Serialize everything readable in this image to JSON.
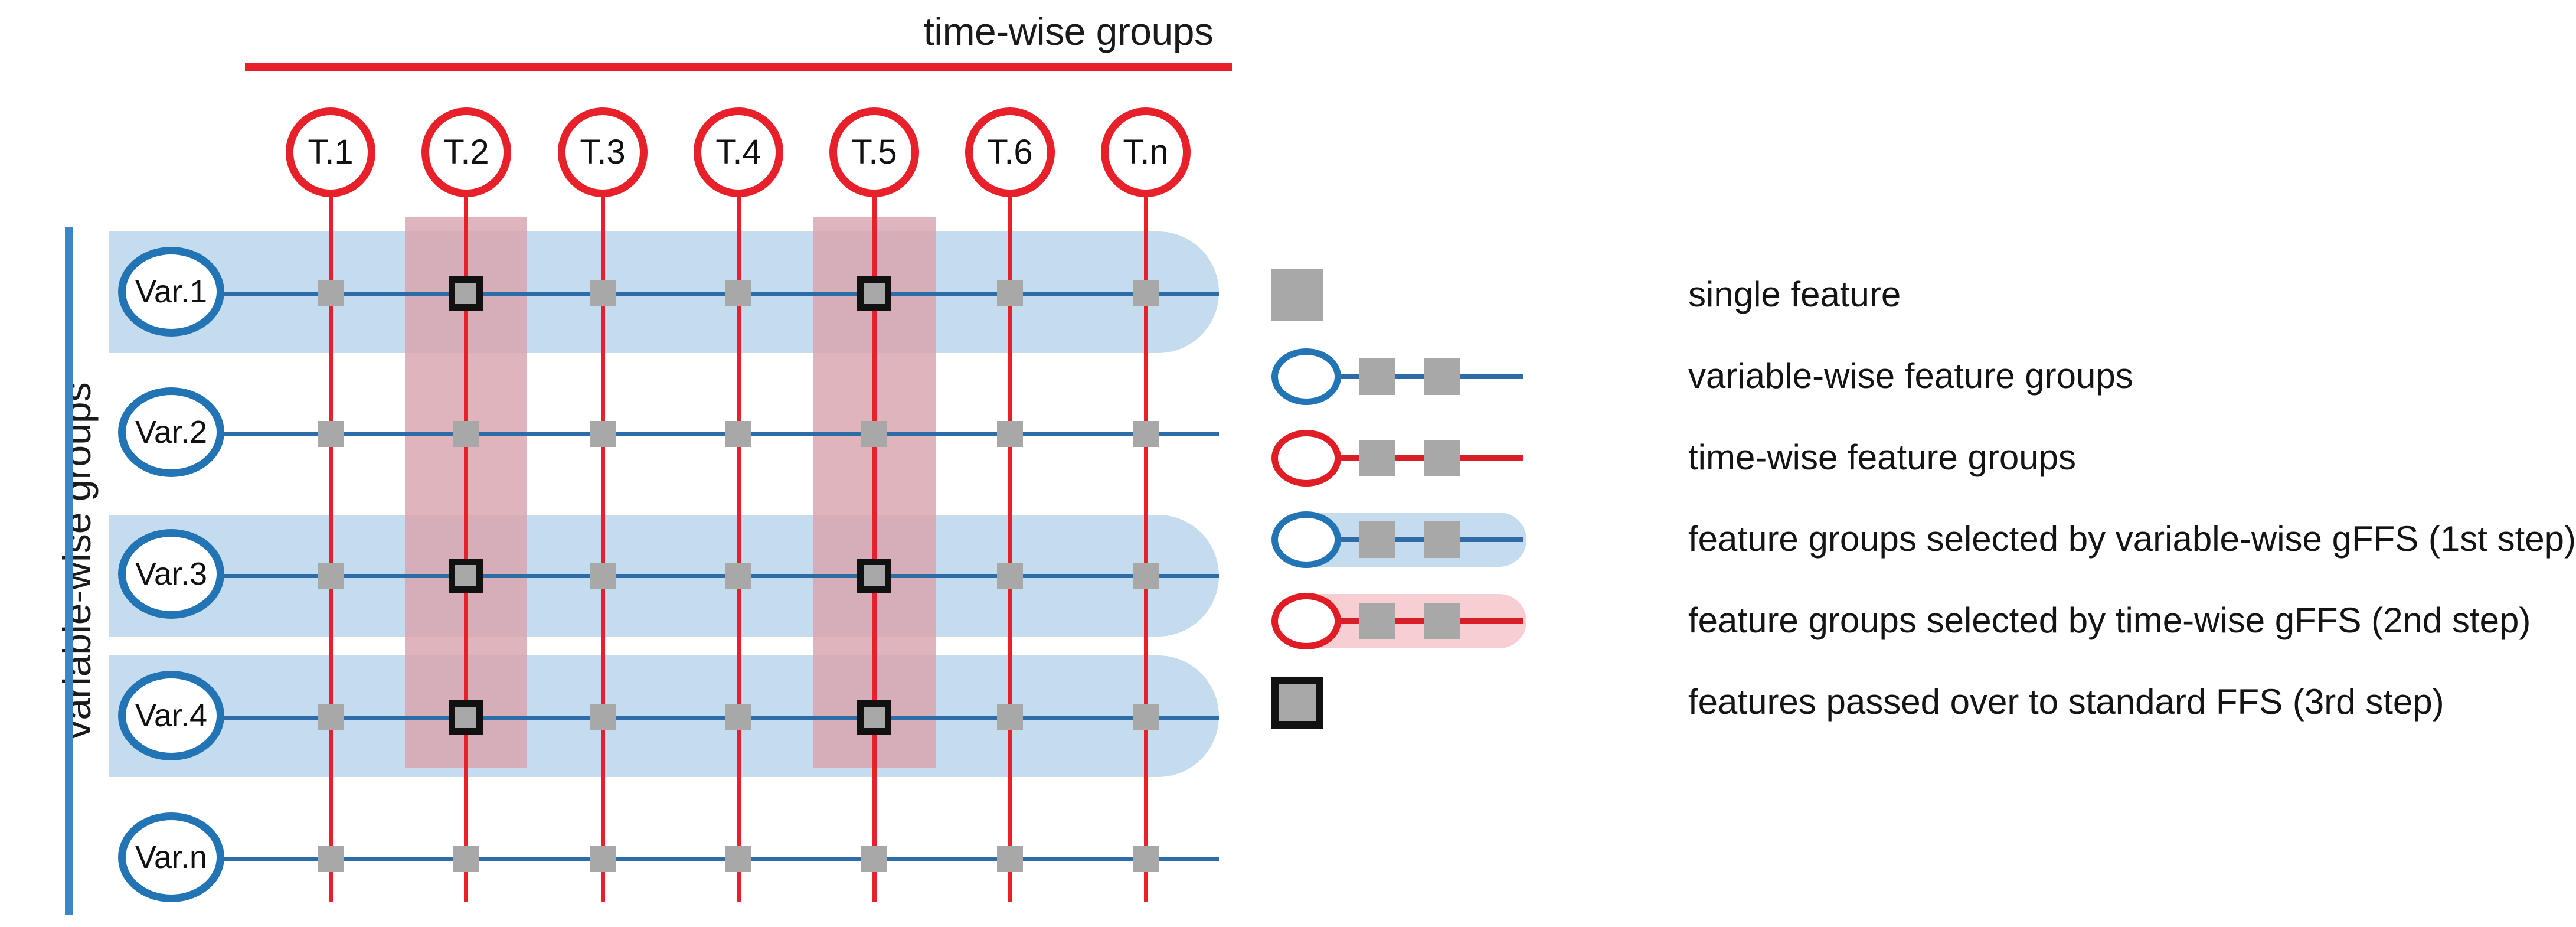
{
  "diagram": {
    "top_axis_title": "time-wise groups",
    "left_axis_title": "variable-wise groups",
    "time_groups": [
      "T.1",
      "T.2",
      "T.3",
      "T.4",
      "T.5",
      "T.6",
      "T.n"
    ],
    "variable_groups": [
      "Var.1",
      "Var.2",
      "Var.3",
      "Var.4",
      "Var.n"
    ],
    "selected_variable_rows": [
      "Var.1",
      "Var.3",
      "Var.4"
    ],
    "selected_time_columns": [
      "T.2",
      "T.5"
    ],
    "selected_cells": [
      {
        "row": "Var.1",
        "col": "T.2"
      },
      {
        "row": "Var.1",
        "col": "T.5"
      },
      {
        "row": "Var.3",
        "col": "T.2"
      },
      {
        "row": "Var.3",
        "col": "T.5"
      },
      {
        "row": "Var.4",
        "col": "T.2"
      },
      {
        "row": "Var.4",
        "col": "T.5"
      }
    ]
  },
  "legend": {
    "items": [
      {
        "marker": "gray-square",
        "label": "single feature"
      },
      {
        "marker": "blue-circle-line",
        "label": "variable-wise feature groups"
      },
      {
        "marker": "red-circle-line",
        "label": "time-wise feature groups"
      },
      {
        "marker": "blue-circle-line-highlight",
        "label": "feature groups selected by variable-wise gFFS (1st step)"
      },
      {
        "marker": "red-circle-line-highlight",
        "label": "feature groups selected by time-wise gFFS (2nd step)"
      },
      {
        "marker": "black-bordered-square",
        "label": "features passed over to standard FFS  (3rd step)"
      }
    ]
  },
  "colors": {
    "time_red": "#e8202a",
    "variable_blue": "#2274b5",
    "row_highlight_blue": "#c5dcee",
    "col_highlight_pink": "#d9a3ae",
    "feature_gray": "#a8a8a8",
    "selected_outline": "#111111"
  }
}
